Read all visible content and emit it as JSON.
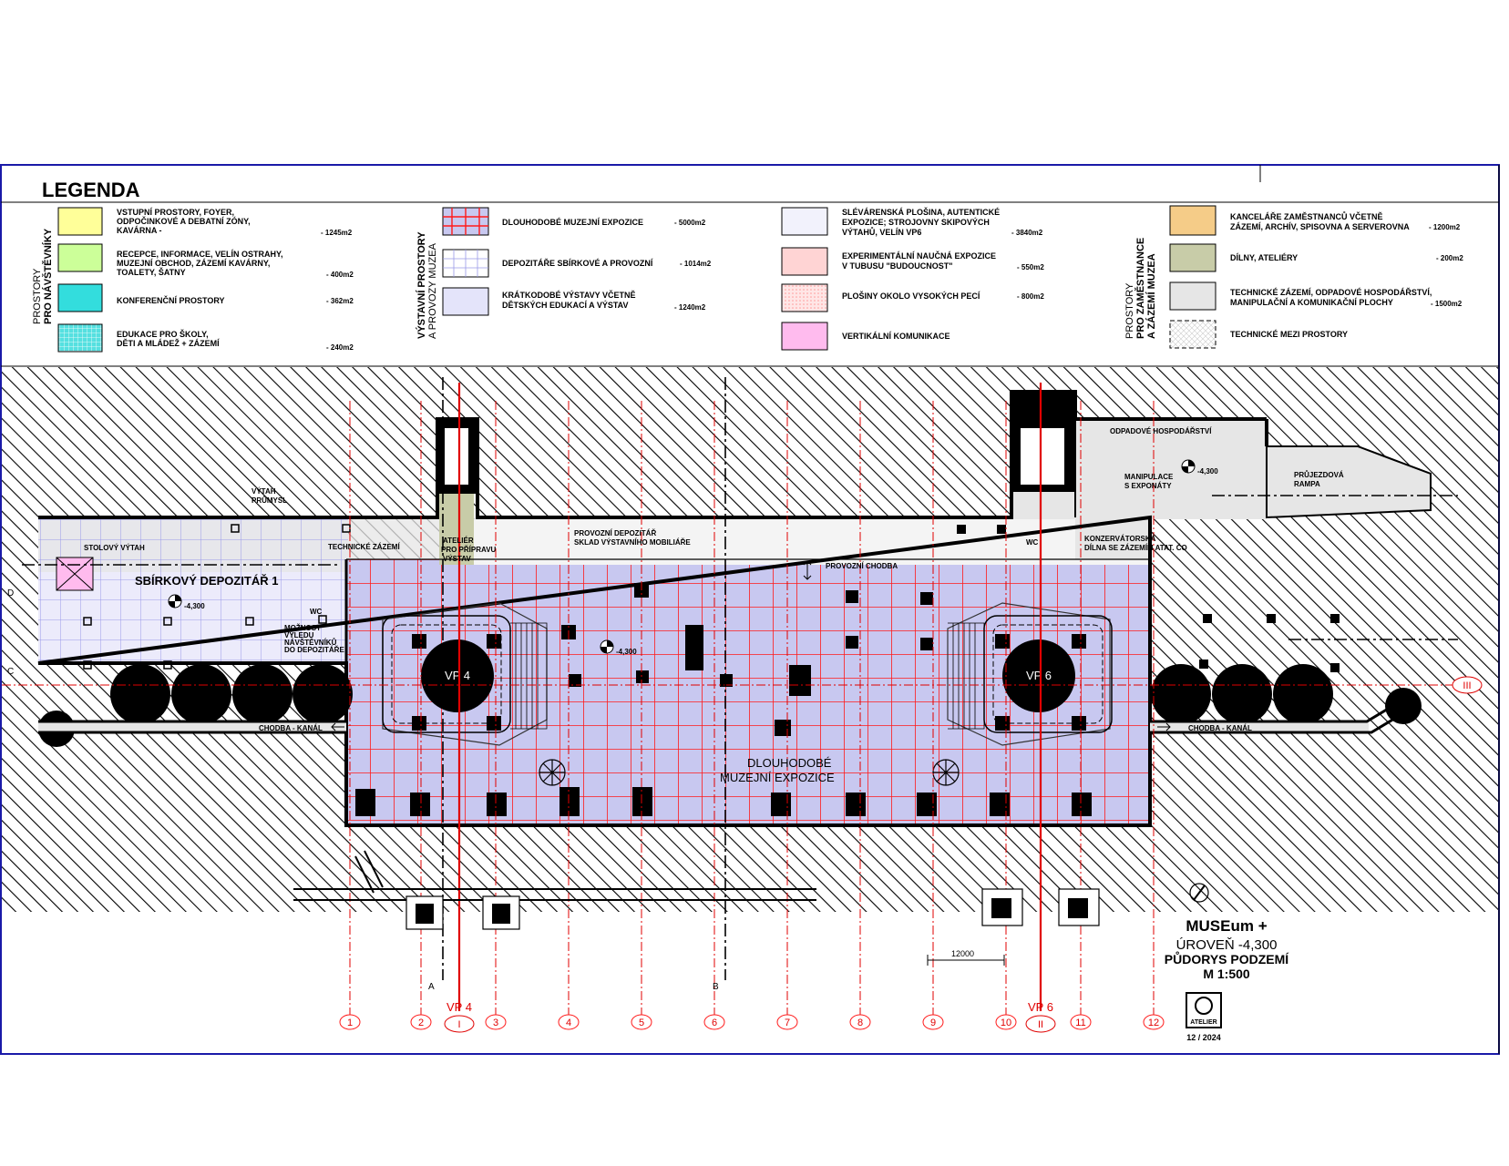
{
  "legend": {
    "title": "LEGENDA",
    "groups": [
      {
        "line1": "PROSTORY",
        "line2": "PRO NÁVŠTĚVNÍKY"
      },
      {
        "line1": "VÝSTAVNÍ PROSTORY",
        "line2": "A PROVOZY MUZEA"
      },
      {
        "line1": "PROSTORY",
        "line2": "PRO ZAMĚSTNANCE",
        "line3": "A ZÁZEMÍ MUZEA"
      }
    ],
    "items": [
      {
        "lines": [
          "VSTUPNÍ PROSTORY, FOYER,",
          "ODPOČINKOVÉ A DEBATNÍ ZÓNY,",
          "KAVÁRNA -"
        ],
        "area": "- 1245m2",
        "color": "#ffff99"
      },
      {
        "lines": [
          "RECEPCE, INFORMACE, VELÍN OSTRAHY,",
          "MUZEJNÍ OBCHOD, ZÁZEMÍ KAVÁRNY,",
          "TOALETY, ŠATNY"
        ],
        "area": "- 400m2",
        "color": "#ccff99"
      },
      {
        "lines": [
          "KONFERENČNÍ PROSTORY"
        ],
        "area": "- 362m2",
        "color": "#33dddd"
      },
      {
        "lines": [
          "EDUKACE PRO ŠKOLY,",
          "DĚTI A MLÁDEŽ + ZÁZEMÍ"
        ],
        "area": "- 240m2",
        "color": "#66e8e8"
      },
      {
        "lines": [
          "DLOUHODOBÉ MUZEJNÍ EXPOZICE"
        ],
        "area": "- 5000m2",
        "color": "#c8c8f0"
      },
      {
        "lines": [
          "DEPOZITÁŘE SBÍRKOVÉ A PROVOZNÍ"
        ],
        "area": "- 1014m2",
        "color": "#ffffff"
      },
      {
        "lines": [
          "KRÁTKODOBÉ VÝSTAVY VČETNĚ",
          "DĚTSKÝCH EDUKACÍ A VÝSTAV"
        ],
        "area": "- 1240m2",
        "color": "#e4e4fa"
      },
      {
        "lines": [
          "SLÉVÁRENSKÁ PLOŠINA, AUTENTICKÉ",
          "EXPOZICE; STROJOVNY SKIPOVÝCH",
          "VÝTAHŮ, VELÍN VP6"
        ],
        "area": "- 3840m2",
        "color": "#f2f2fc"
      },
      {
        "lines": [
          "EXPERIMENTÁLNÍ NAUČNÁ EXPOZICE",
          "V TUBUSU \"BUDOUCNOST\""
        ],
        "area": "- 550m2",
        "color": "#ffd4d4"
      },
      {
        "lines": [
          "PLOŠINY OKOLO VYSOKÝCH PECÍ"
        ],
        "area": "- 800m2",
        "color": "#ffdede"
      },
      {
        "lines": [
          "VERTIKÁLNÍ KOMUNIKACE"
        ],
        "area": "",
        "color": "#ffbbee"
      },
      {
        "lines": [
          "KANCELÁŘE ZAMĚSTNANCŮ VČETNĚ",
          "ZÁZEMÍ, ARCHÍV, SPISOVNA A SERVEROVNA"
        ],
        "area": "- 1200m2",
        "color": "#f5cc88"
      },
      {
        "lines": [
          "DÍLNY, ATELIÉRY"
        ],
        "area": "- 200m2",
        "color": "#c8cca8"
      },
      {
        "lines": [
          "TECHNICKÉ ZÁZEMÍ, ODPADOVÉ HOSPODÁŘSTVÍ,",
          "MANIPULAČNÍ A KOMUNIKAČNÍ PLOCHY"
        ],
        "area": "- 1500m2",
        "color": "#e6e6e6"
      },
      {
        "lines": [
          "TECHNICKÉ MEZI PROSTORY"
        ],
        "area": "",
        "color": "#ffffff"
      }
    ]
  },
  "plan": {
    "labels": {
      "depozitar": "SBÍRKOVÝ DEPOZITÁŘ 1",
      "stolovy_vytah": "STOLOVÝ VÝTAH",
      "technicke_zazemi": "TECHNICKÉ ZÁZEMÍ",
      "vytah_prumysl": "VÝTAH",
      "vytah_prumysl2": "PRŮMYSL",
      "atelier_line1": "ATELIÉR",
      "atelier_line2": "PRO PŘÍPRAVU",
      "atelier_line3": "VÝSTAV",
      "provozni_depozitar_line1": "PROVOZNÍ DEPOZITÁŘ",
      "provozni_depozitar_line2": "SKLAD VÝSTAVNÍHO MOBILIÁŘE",
      "provozni_chodba": "PROVOZNÍ CHODBA",
      "konzervatorska_line1": "KONZERVÁTORSKÁ",
      "konzervatorska_line2": "DÍLNA SE ZÁZEMÍM ATAT. ČO",
      "odpadove": "ODPADOVÉ HOSPODÁŘSTVÍ",
      "manipulace_line1": "MANIPULACE",
      "manipulace_line2": "S EXPONÁTY",
      "prujezdova_line1": "PRŮJEZDOVÁ",
      "prujezdova_line2": "RAMPA",
      "vp4": "VP 4",
      "vp6": "VP 6",
      "dlouhodobe_line1": "DLOUHODOBÉ",
      "dlouhodobe_line2": "MUZEJNÍ EXPOZICE",
      "chodba_kanal_left": "CHODBA - KANÁL",
      "chodba_kanal_right": "CHODBA - KANÁL",
      "moznost_line1": "MOŽNOST",
      "moznost_line2": "VÝLEDU",
      "moznost_line3": "NÁVŠTĚVNÍKŮ",
      "moznost_line4": "DO DEPOZITÁŘE",
      "wc_left": "WC",
      "wc_right": "WC",
      "level_left": "-4,300",
      "level_mid": "-4,300",
      "level_right": "-4,300",
      "dim_12000": "12000",
      "sec_a": "A",
      "sec_b": "B",
      "sec_c": "C",
      "sec_d": "D",
      "axis_vp4": "VP 4",
      "axis_vp4_roman": "I",
      "axis_vp6": "VP 6",
      "axis_vp6_roman": "II",
      "axis_side": "III"
    },
    "axes": [
      "1",
      "2",
      "3",
      "4",
      "5",
      "6",
      "7",
      "8",
      "9",
      "10",
      "11",
      "12"
    ]
  },
  "titleblock": {
    "project": "MUSEum +",
    "level": "ÚROVEŇ -4,300",
    "drawing": "PŮDORYS PODZEMÍ",
    "scale": "M 1:500",
    "logo_text": "ATELIER",
    "date": "12 / 2024"
  },
  "colors": {
    "frame": "#1a1aa8",
    "grid_red": "#ff1a1a",
    "expo_fill": "#c8c8f0",
    "depot_fill": "#ecebfb",
    "depot_grid": "#9a9ae8",
    "corridor_fill": "#e6e6e6"
  }
}
